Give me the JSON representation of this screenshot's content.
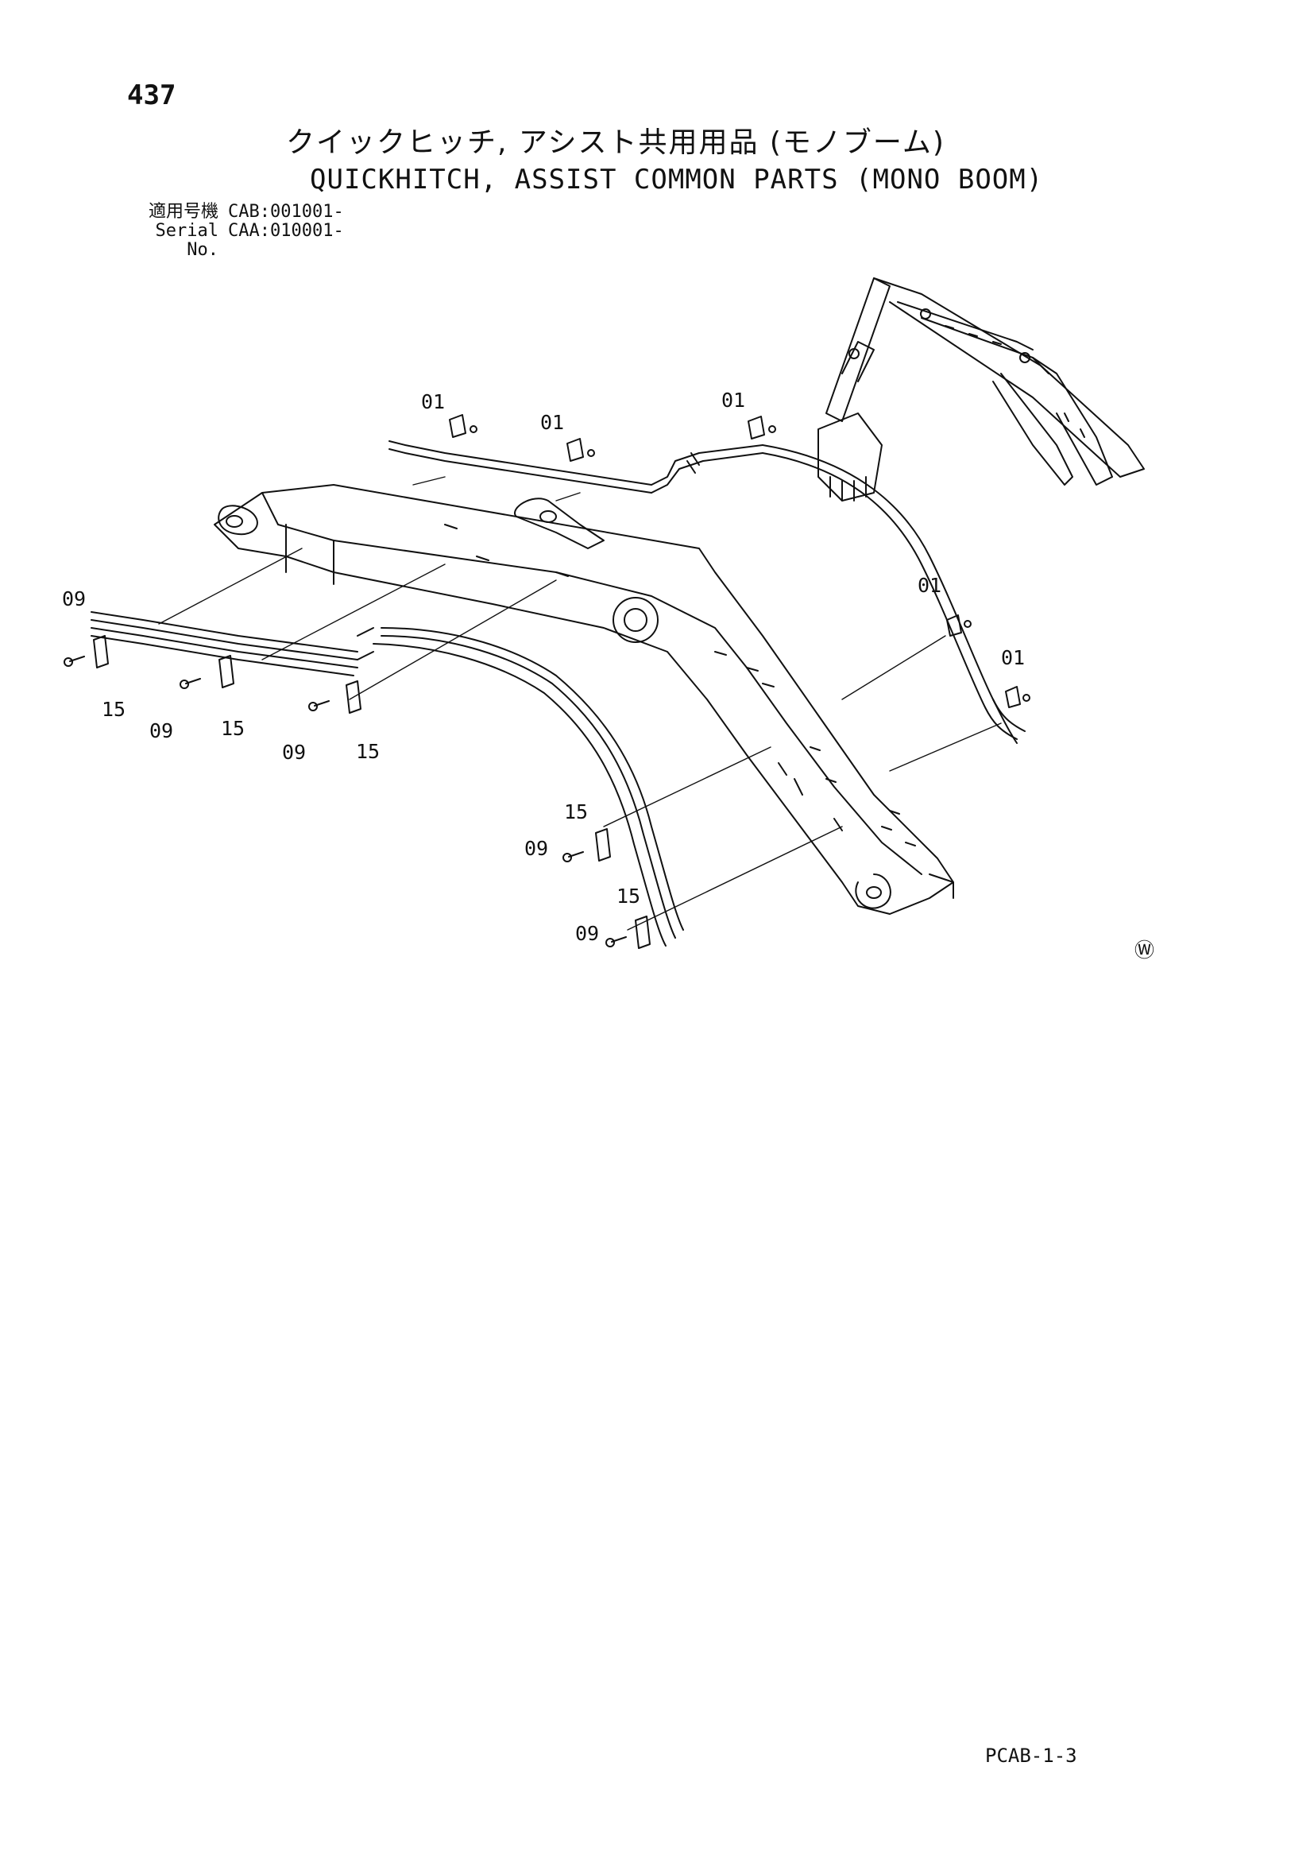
{
  "page_number": "437",
  "title_jp": "クイックヒッチ, アシスト共用用品 (モノブーム)",
  "title_en": "QUICKHITCH, ASSIST COMMON PARTS (MONO BOOM)",
  "serial": [
    {
      "label": "適用号機",
      "value": "CAB:001001-"
    },
    {
      "label": "Serial No.",
      "value": "CAA:010001-"
    }
  ],
  "callouts": {
    "part_01": "01",
    "part_09": "09",
    "part_15": "15"
  },
  "watermark_symbol": "Ⓦ",
  "doc_code": "PCAB-1-3"
}
